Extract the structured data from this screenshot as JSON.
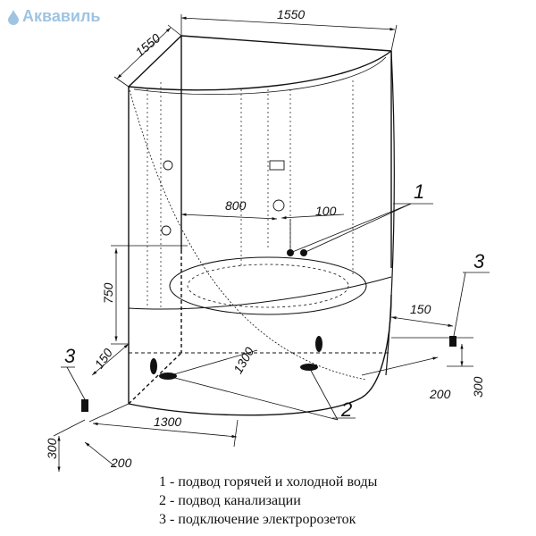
{
  "brand": {
    "name": "Аквавиль"
  },
  "dimensions": {
    "top_width": "1550",
    "top_depth": "1550",
    "inner_span": "800",
    "inner_offset": "100",
    "height": "750",
    "side_150_left": "150",
    "side_150_right": "150",
    "base_1300_left": "1300",
    "base_1300_front": "1300",
    "offset_200_left": "200",
    "offset_200_right": "200",
    "height_300_left": "300",
    "height_300_right": "300"
  },
  "callouts": {
    "one": "1",
    "two": "2",
    "three_left": "3",
    "three_right": "3"
  },
  "legend": [
    "1 - подвод горячей и холодной воды",
    "2 - подвод канализации",
    "3 - подключение электророзеток"
  ]
}
